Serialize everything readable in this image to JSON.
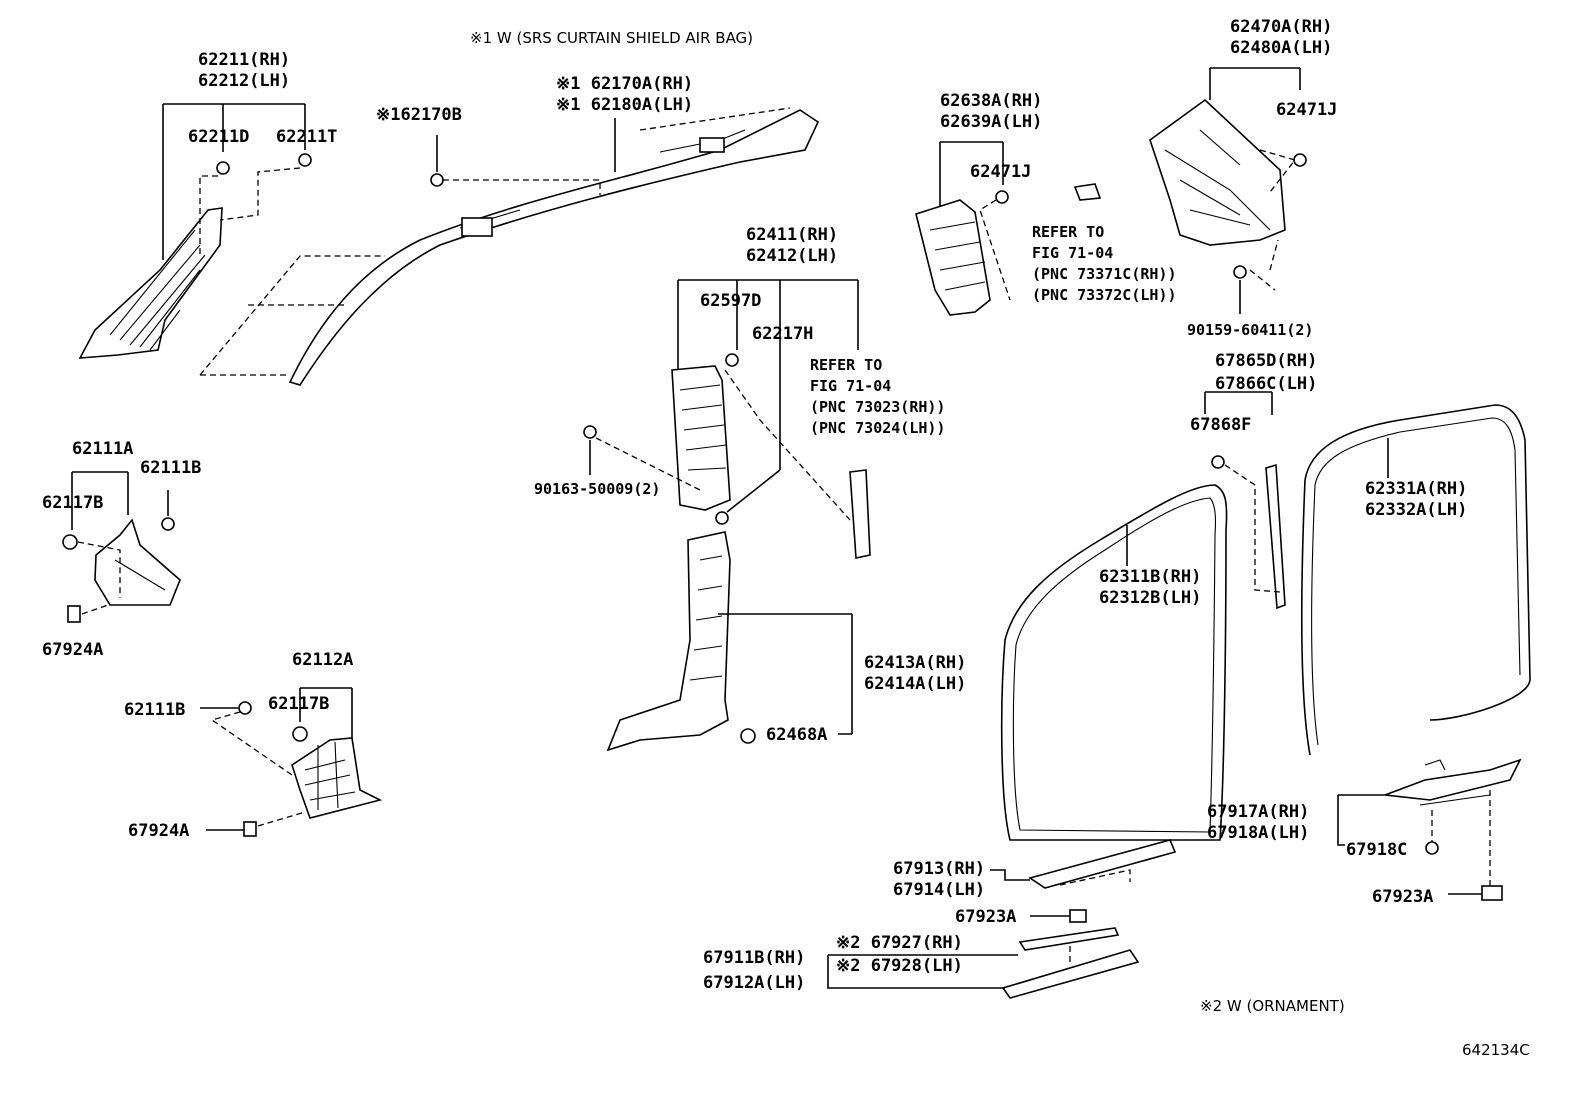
{
  "notes": {
    "airbag": "※1 W (SRS CURTAIN SHIELD AIR BAG)",
    "ornament": "※2 W (ORNAMENT)",
    "figure_code": "642134C"
  },
  "labels": {
    "p62211_rh": "62211(RH)",
    "p62212_lh": "62212(LH)",
    "p62211d": "62211D",
    "p62211t": "62211T",
    "p62170b": "※162170B",
    "p62170a_rh": "※1 62170A(RH)",
    "p62180a_lh": "※1 62180A(LH)",
    "p62638a_rh": "62638A(RH)",
    "p62639a_lh": "62639A(LH)",
    "p62471j_a": "62471J",
    "p62470a_rh": "62470A(RH)",
    "p62480a_lh": "62480A(LH)",
    "p62471j_b": "62471J",
    "p90159": "90159-60411(2)",
    "p62411_rh": "62411(RH)",
    "p62412_lh": "62412(LH)",
    "p62597d": "62597D",
    "p62217h": "62217H",
    "p90163": "90163-50009(2)",
    "p62111a": "62111A",
    "p62111b_a": "62111B",
    "p62117b_a": "62117B",
    "p67924a_a": "67924A",
    "p62112a": "62112A",
    "p62111b_b": "62111B",
    "p62117b_b": "62117B",
    "p67924a_b": "67924A",
    "p62413a_rh": "62413A(RH)",
    "p62414a_lh": "62414A(LH)",
    "p62468a": "62468A",
    "p67865d_rh": "67865D(RH)",
    "p67866c_lh": "67866C(LH)",
    "p67868f": "67868F",
    "p62331a_rh": "62331A(RH)",
    "p62332a_lh": "62332A(LH)",
    "p62311b_rh": "62311B(RH)",
    "p62312b_lh": "62312B(LH)",
    "p67917a_rh": "67917A(RH)",
    "p67918a_lh": "67918A(LH)",
    "p67918c": "67918C",
    "p67923a_b": "67923A",
    "p67913_rh": "67913(RH)",
    "p67914_lh": "67914(LH)",
    "p67923a_a": "67923A",
    "p67927_rh": "※2 67927(RH)",
    "p67928_lh": "※2 67928(LH)",
    "p67911b_rh": "67911B(RH)",
    "p67912a_lh": "67912A(LH)"
  },
  "refs": {
    "ref_a": "REFER TO\nFIG 71-04\n(PNC 73023(RH))\n(PNC 73024(LH))",
    "ref_b": "REFER TO\nFIG 71-04\n(PNC 73371C(RH))\n(PNC 73372C(LH))"
  }
}
